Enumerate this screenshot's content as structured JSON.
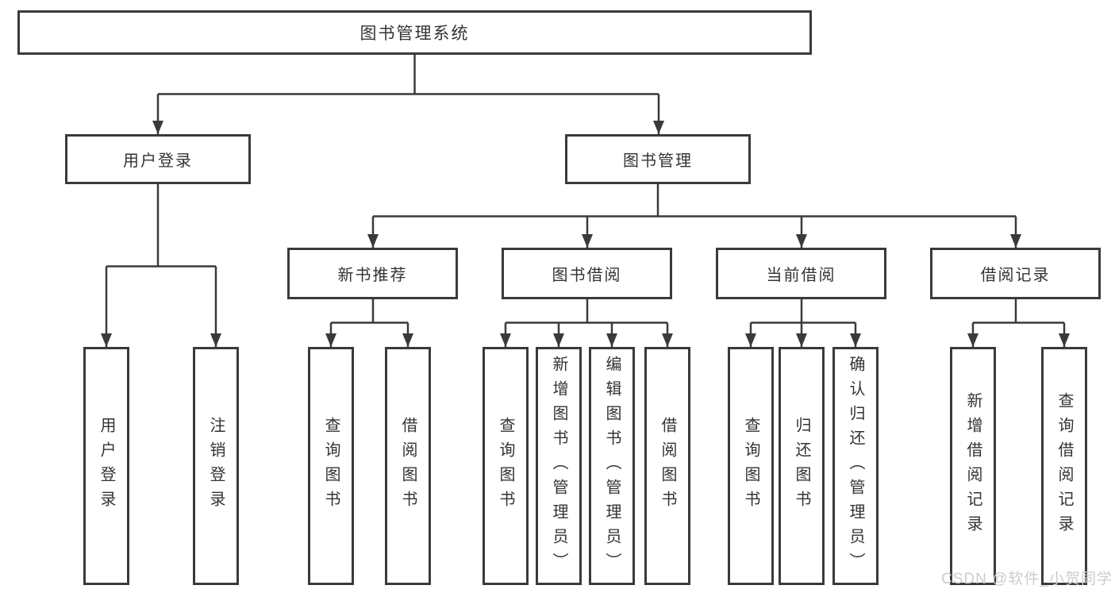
{
  "watermark": "CSDN @软件_小贺同学",
  "colors": {
    "line": "#3a3a3a",
    "box_border": "#3a3a3a",
    "text": "#333333",
    "watermark_text": "#c9cdd4",
    "background": "#ffffff"
  },
  "tree": {
    "label": "图书管理系统",
    "children": [
      {
        "label": "用户登录",
        "children": [
          {
            "label": "用户登录"
          },
          {
            "label": "注销登录"
          }
        ]
      },
      {
        "label": "图书管理",
        "children": [
          {
            "label": "新书推荐",
            "children": [
              {
                "label": "查询图书"
              },
              {
                "label": "借阅图书"
              }
            ]
          },
          {
            "label": "图书借阅",
            "children": [
              {
                "label": "查询图书"
              },
              {
                "label": "新增图书（管理员）"
              },
              {
                "label": "编辑图书（管理员）"
              },
              {
                "label": "借阅图书"
              }
            ]
          },
          {
            "label": "当前借阅",
            "children": [
              {
                "label": "查询图书"
              },
              {
                "label": "归还图书"
              },
              {
                "label": "确认归还（管理员）"
              }
            ]
          },
          {
            "label": "借阅记录",
            "children": [
              {
                "label": "新增借阅记录"
              },
              {
                "label": "查询借阅记录"
              }
            ]
          }
        ]
      }
    ]
  }
}
